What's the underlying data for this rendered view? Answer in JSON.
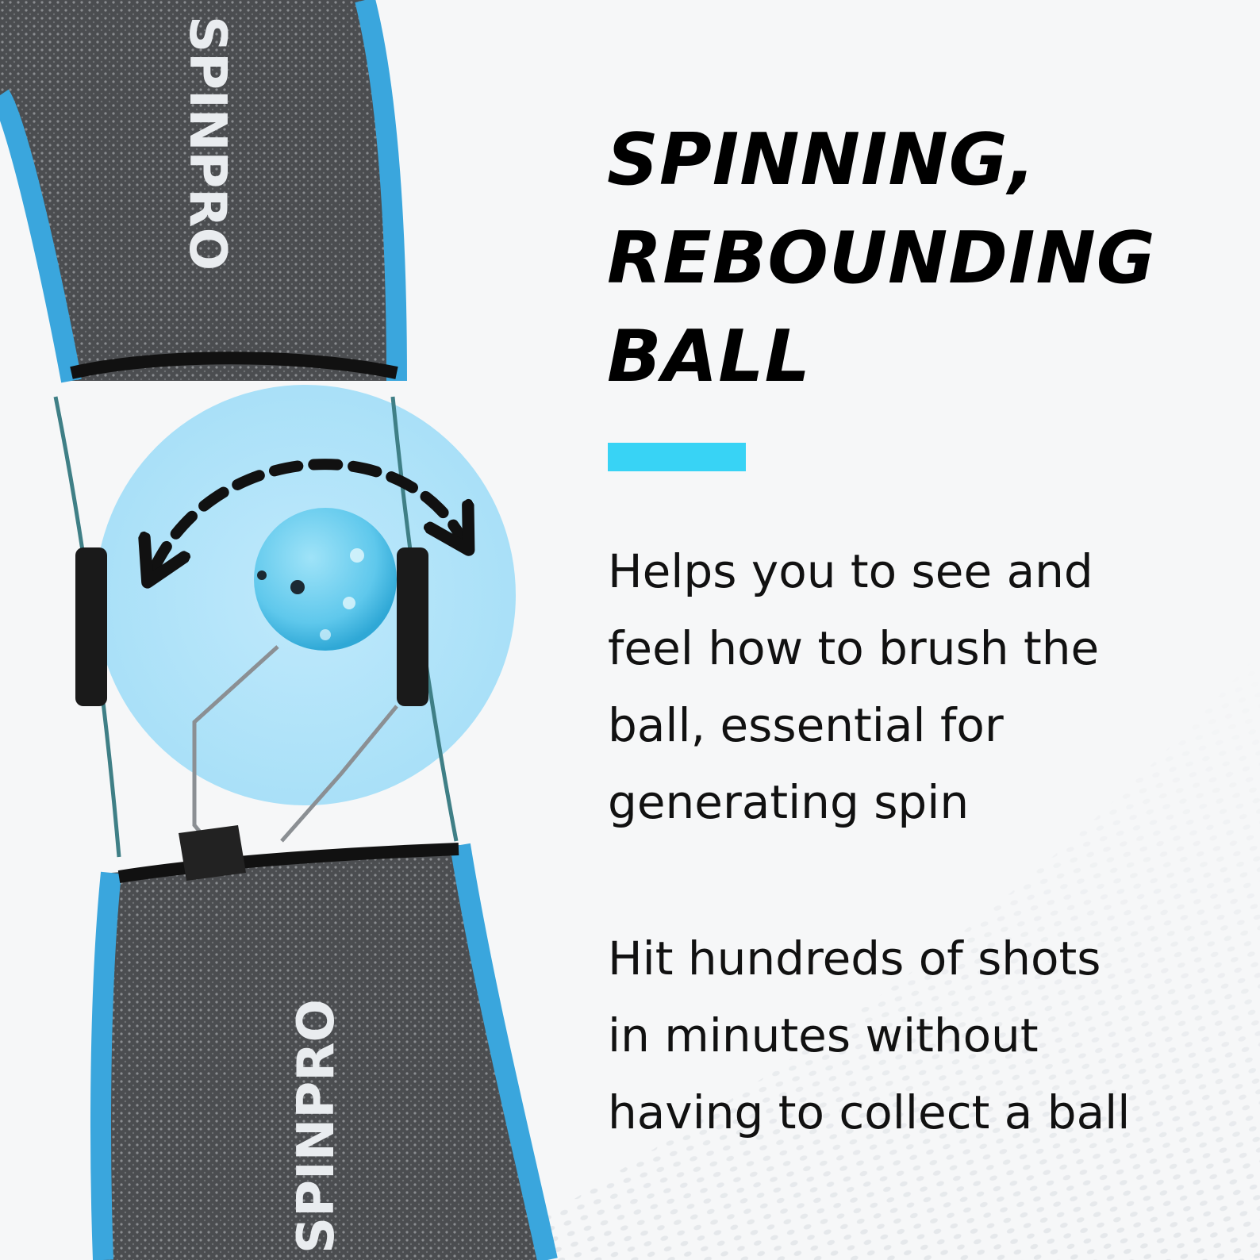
{
  "brand": {
    "logo_text": "SPINPRO",
    "accent_color": "#38d3f5",
    "frame_color": "#3aa6dd",
    "ball_color": "#5fc8ec"
  },
  "headline": {
    "lines": [
      "SPINNING,",
      "REBOUNDING",
      "BALL"
    ]
  },
  "body": {
    "paragraph_1": [
      "Helps you to see and",
      "feel how to brush the",
      "ball, essential for",
      "generating spin"
    ],
    "paragraph_2": [
      "Hit hundreds of shots",
      "in minutes without",
      "having to collect a ball"
    ]
  }
}
